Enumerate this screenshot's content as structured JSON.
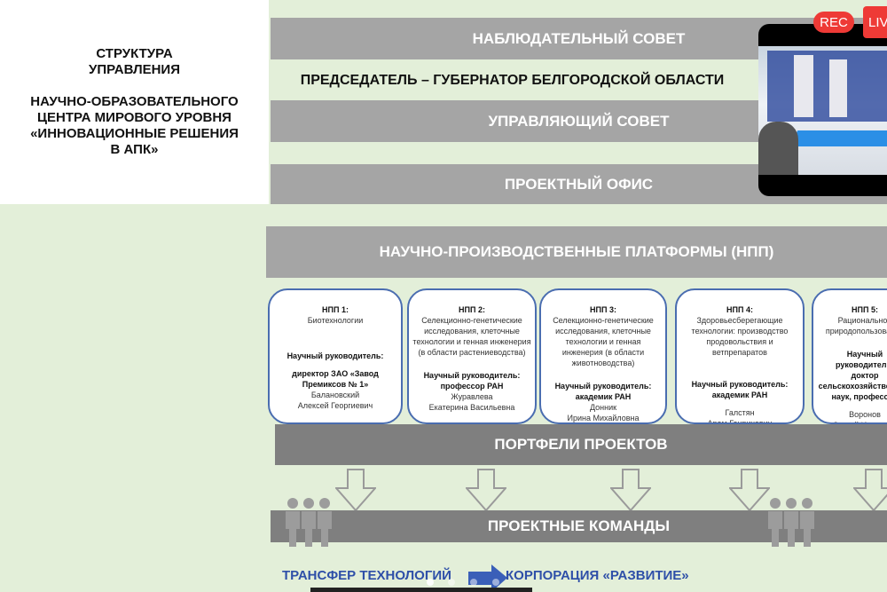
{
  "title": {
    "line1": "СТРУКТУРА",
    "line2": "УПРАВЛЕНИЯ",
    "line3": "НАУЧНО-ОБРАЗОВАТЕЛЬНОГО",
    "line4": "ЦЕНТРА МИРОВОГО УРОВНЯ",
    "line5": "«ИННОВАЦИОННЫЕ РЕШЕНИЯ",
    "line6": "В АПК»"
  },
  "supervisory": "НАБЛЮДАТЕЛЬНЫЙ СОВЕТ",
  "chairman": "ПРЕДСЕДАТЕЛЬ – ГУБЕРНАТОР БЕЛГОРОДСКОЙ ОБЛАСТИ",
  "board": "УПРАВЛЯЮЩИЙ СОВЕТ",
  "office": "ПРОЕКТНЫЙ ОФИС",
  "platforms": "НАУЧНО-ПРОИЗВОДСТВЕННЫЕ ПЛАТФОРМЫ (НПП)",
  "cards": [
    {
      "title": "НПП 1:",
      "topic": "Биотехнологии",
      "role_label": "Научный руководитель:",
      "role": "директор ЗАО «Завод Премиксов № 1»",
      "surname": "Балановский",
      "name": "Алексей Георгиевич"
    },
    {
      "title": "НПП 2:",
      "topic": "Селекционно-генетические исследования, клеточные технологии и генная инженерия (в области растениеводства)",
      "role_label": "Научный руководитель:",
      "role": "профессор РАН",
      "surname": "Журавлева",
      "name": "Екатерина Васильевна"
    },
    {
      "title": "НПП 3:",
      "topic": "Селекционно-генетические исследования, клеточные технологии и генная инженерия (в области животноводства)",
      "role_label": "Научный руководитель:",
      "role": "академик РАН",
      "surname": "Донник",
      "name": "Ирина Михайловна"
    },
    {
      "title": "НПП 4:",
      "topic": "Здоровьесберегающие технологии: производство продовольствия и ветпрепаратов",
      "role_label": "Научный руководитель:",
      "role": "академик РАН",
      "surname": "Галстян",
      "name": "Арам Генрихович"
    },
    {
      "title": "НПП 5:",
      "topic": "Рациональное природопользование",
      "role_label": "Научный руководитель:",
      "role": "доктор сельскохозяйственных наук, профессор",
      "surname": "Воронов",
      "name": "Сергей Иванович"
    }
  ],
  "portfolios": "ПОРТФЕЛИ ПРОЕКТОВ",
  "teams": "ПРОЕКТНЫЕ КОМАНДЫ",
  "transfer": "ТРАНСФЕР ТЕХНОЛОГИЙ",
  "corporation": "КОРПОРАЦИЯ «РАЗВИТИЕ»",
  "video": {
    "rec": "REC",
    "live": "LIVE"
  },
  "colors": {
    "background": "#e3efd9",
    "bar_light": "#a5a5a5",
    "bar_dark": "#7f7f7f",
    "card_border": "#4a6db0",
    "blue_text": "#2e4fa8",
    "rec": "#ee3a36"
  }
}
